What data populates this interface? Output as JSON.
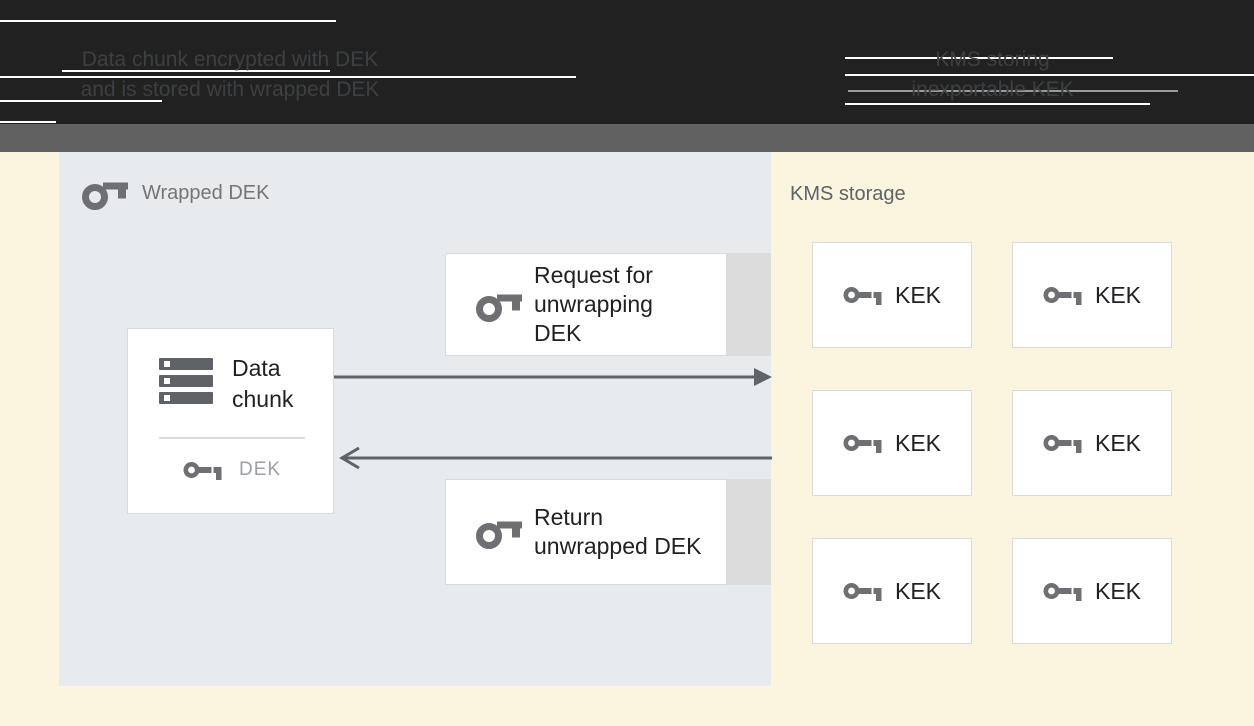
{
  "header": {
    "left_caption_line1": "Data chunk encrypted with DEK",
    "left_caption_line2": "and is stored with wrapped DEK",
    "right_caption_line1": "KMS storing",
    "right_caption_line2": "inexportable KEK"
  },
  "wrapped_dek_panel": {
    "label": "Wrapped DEK",
    "data_chunk": {
      "title": "Data chunk",
      "key_label": "DEK"
    },
    "request_box_label": "Request for unwrapping DEK",
    "return_box_label": "Return unwrapped DEK"
  },
  "kms": {
    "label": "KMS storage",
    "kek_boxes": [
      "KEK",
      "KEK",
      "KEK",
      "KEK",
      "KEK",
      "KEK"
    ]
  },
  "icons": {
    "wrapped_dek_icon": "key-icon",
    "data_chunk_icon": "server-stack-icon",
    "dek_icon": "key-icon",
    "request_icon": "key-icon",
    "return_icon": "key-icon",
    "kek_icon": "key-icon"
  },
  "colors": {
    "background": "#fbf5df",
    "header_black": "#212121",
    "gray_band": "#616161",
    "panel_blue": "#e8ebee",
    "arrow_gray": "#5f6368",
    "icon_gray": "#6d6f72",
    "text_dark": "#202124",
    "label_gray": "#757575",
    "dek_gray": "#9aa0a6",
    "strip_gray": "#dcdcdc",
    "box_border": "#d8dbde",
    "caption_dim": "#3c4043",
    "kms_label": "#5f6368"
  }
}
